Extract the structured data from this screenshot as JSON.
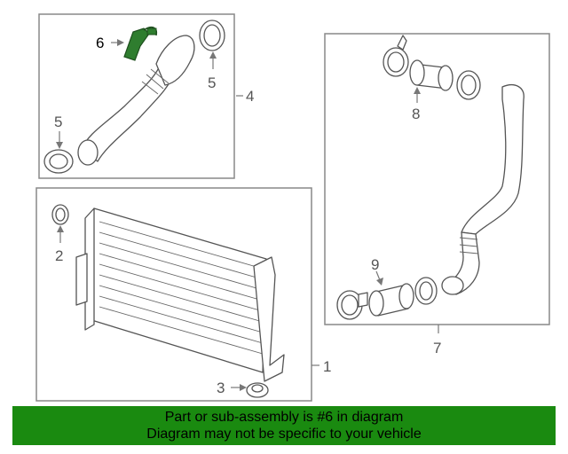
{
  "callouts": {
    "c1": "1",
    "c2": "2",
    "c3": "3",
    "c4": "4",
    "c5a": "5",
    "c5b": "5",
    "c6": "6",
    "c7": "7",
    "c8": "8",
    "c9": "9"
  },
  "banner": {
    "line1": "Part or sub-assembly is #6 in diagram",
    "line2": "Diagram may not be specific to your vehicle",
    "color": "#1a8a10"
  },
  "colors": {
    "highlight_part": "#2f7d2f",
    "box_border": "#888888"
  }
}
